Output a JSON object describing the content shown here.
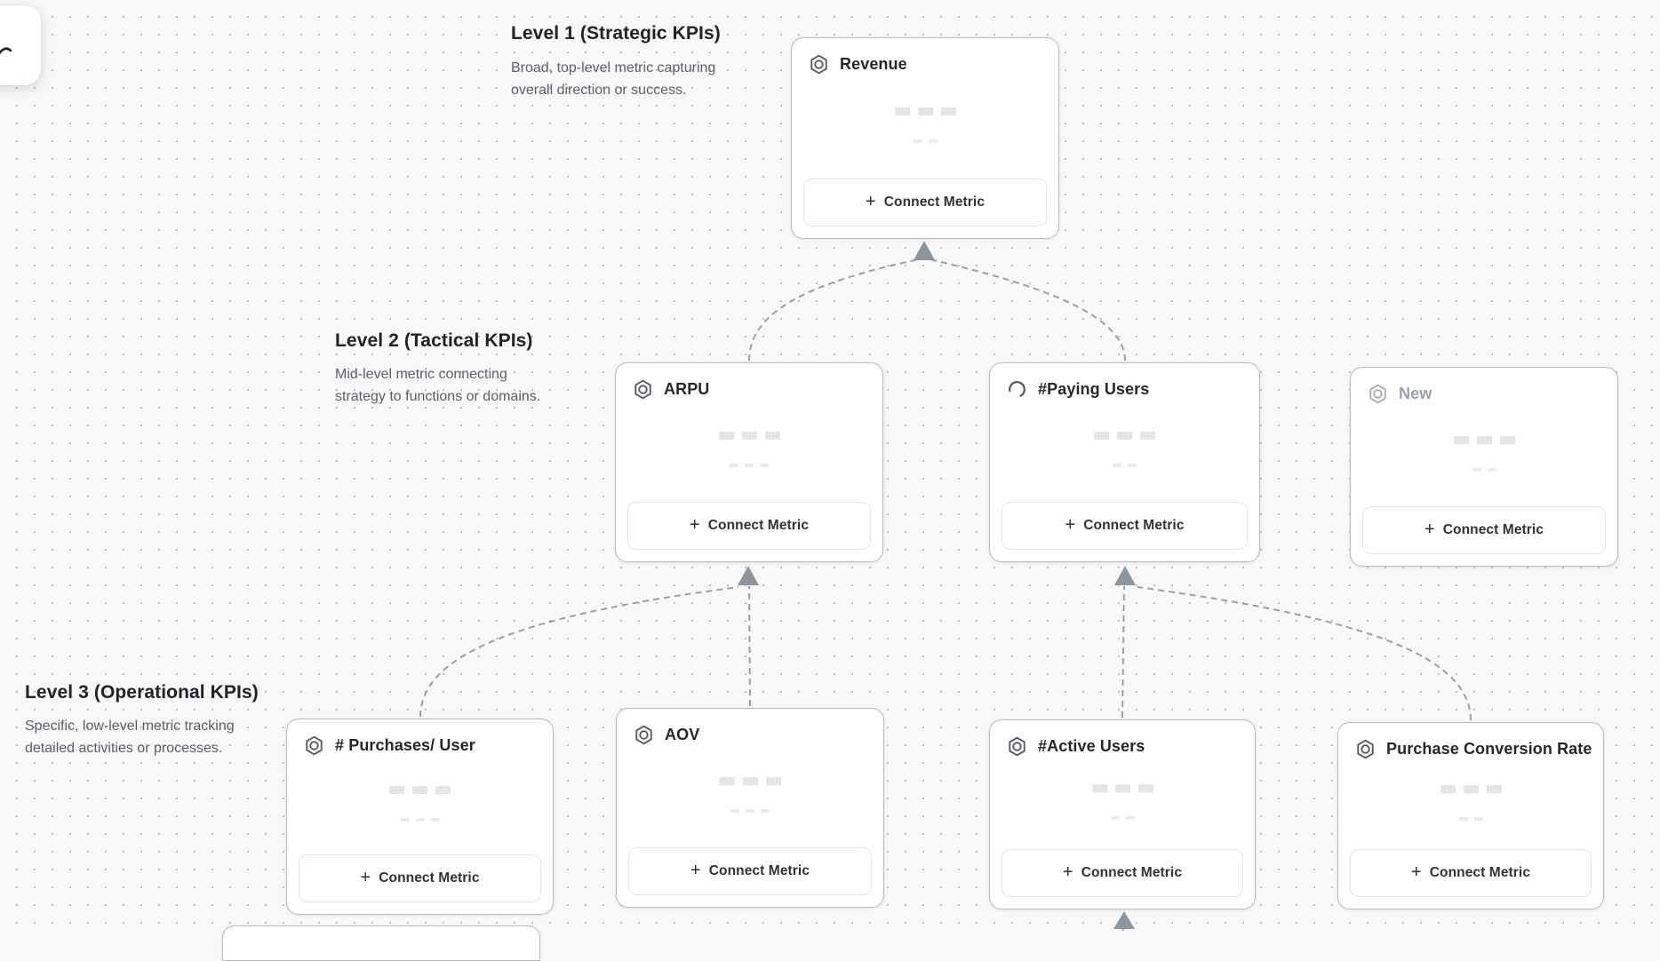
{
  "ui": {
    "plus_glyph": "+"
  },
  "icons": {
    "metric_card": "hexagon-ring-icon",
    "paying_users_status": "loading-spinner-icon",
    "floating_tool": "curved-stroke-icon"
  },
  "palette": {
    "canvas_bg": "#f8f8f8",
    "grid_dot": "#c3c4c8",
    "card_border": "#b7bbc1",
    "connector": "#98a0a8",
    "title_text": "#26272b",
    "muted_text": "#5a5f66",
    "draft_text": "#9ba0a6"
  },
  "levels": [
    {
      "title": "Level 1 (Strategic KPIs)",
      "description": "Broad, top-level metric capturing overall direction or success."
    },
    {
      "title": "Level 2 (Tactical KPIs)",
      "description": "Mid-level metric connecting strategy to functions or domains."
    },
    {
      "title": "Level 3 (Operational KPIs)",
      "description": "Specific, low-level metric tracking detailed activities or processes."
    }
  ],
  "cards": [
    {
      "title": "Revenue",
      "level": 1,
      "state": "named",
      "connect_label": "Connect Metric"
    },
    {
      "title": "ARPU",
      "level": 2,
      "state": "named",
      "connect_label": "Connect Metric"
    },
    {
      "title": "#Paying Users",
      "level": 2,
      "state": "loading",
      "connect_label": "Connect Metric"
    },
    {
      "title": "New",
      "level": 2,
      "state": "draft",
      "connect_label": "Connect Metric"
    },
    {
      "title": "# Purchases/ User",
      "level": 3,
      "state": "named",
      "connect_label": "Connect Metric"
    },
    {
      "title": "AOV",
      "level": 3,
      "state": "named",
      "connect_label": "Connect Metric"
    },
    {
      "title": "#Active Users",
      "level": 3,
      "state": "named",
      "connect_label": "Connect Metric"
    },
    {
      "title": "Purchase Conversion Rate",
      "level": 3,
      "state": "named",
      "connect_label": "Connect Metric"
    }
  ]
}
